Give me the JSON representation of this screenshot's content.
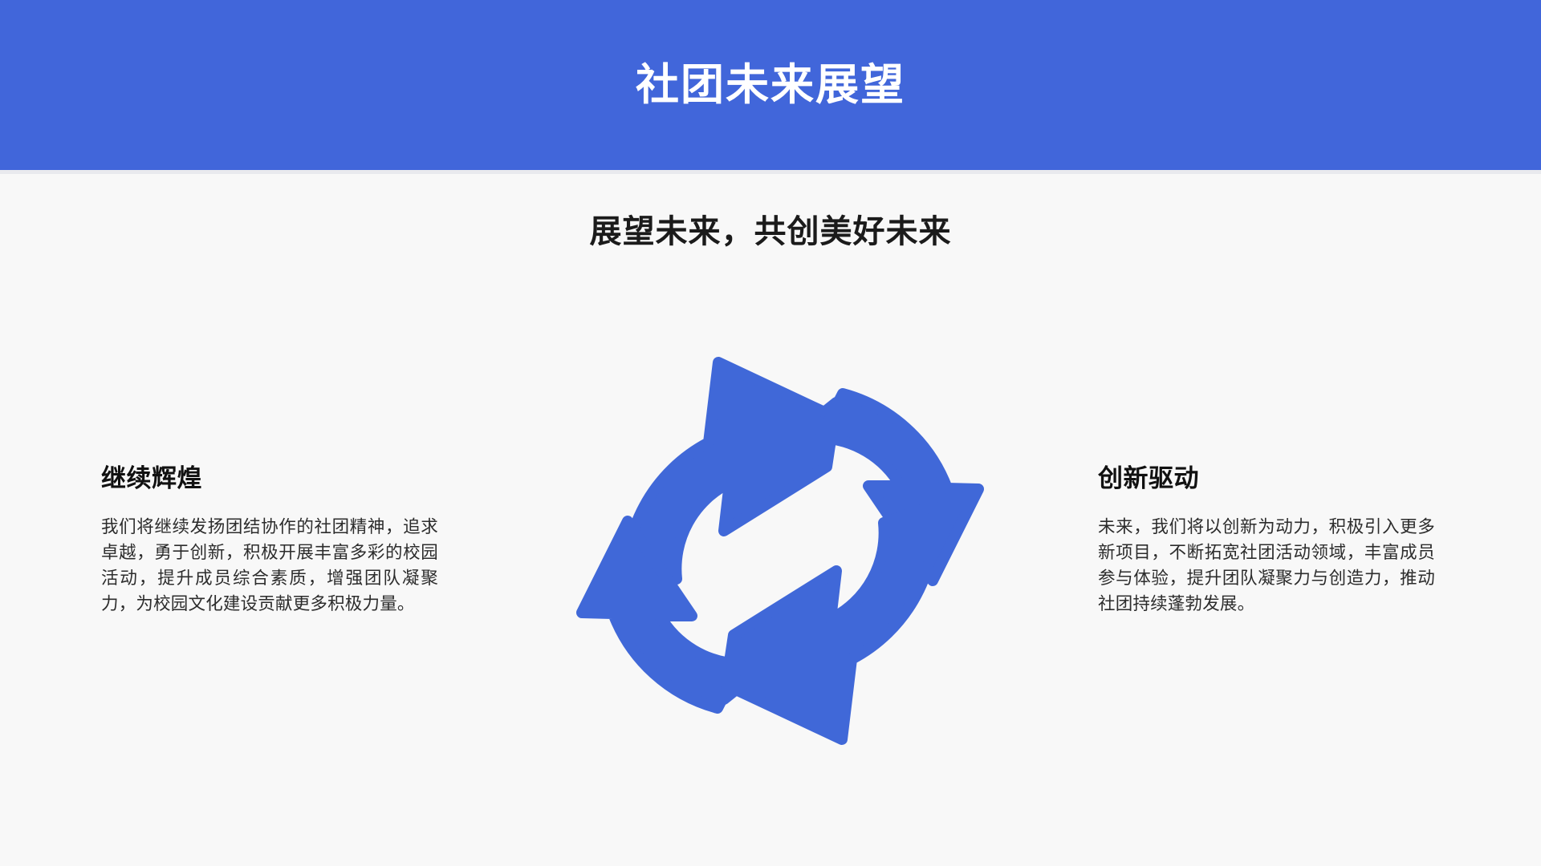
{
  "header": {
    "title": "社团未来展望",
    "background_color": "#4166DA",
    "text_color": "#FFFFFF"
  },
  "subtitle": {
    "text": "展望未来，共创美好未来",
    "color": "#1B1B1B"
  },
  "columns": {
    "left": {
      "heading": "继续辉煌",
      "body": "我们将继续发扬团结协作的社团精神，追求卓越，勇于创新，积极开展丰富多彩的校园活动，提升成员综合素质，增强团队凝聚力，为校园文化建设贡献更多积极力量。"
    },
    "right": {
      "heading": "创新驱动",
      "body": "未来，我们将以创新为动力，积极引入更多新项目，不断拓宽社团活动领域，丰富成员参与体验，提升团队凝聚力与创造力，推动社团持续蓬勃发展。"
    }
  },
  "graphic": {
    "name": "circular-cycle-arrows",
    "arrow_count": 4,
    "direction": "clockwise",
    "color": "#4068D8"
  },
  "page": {
    "background_color": "#F8F8F8"
  }
}
